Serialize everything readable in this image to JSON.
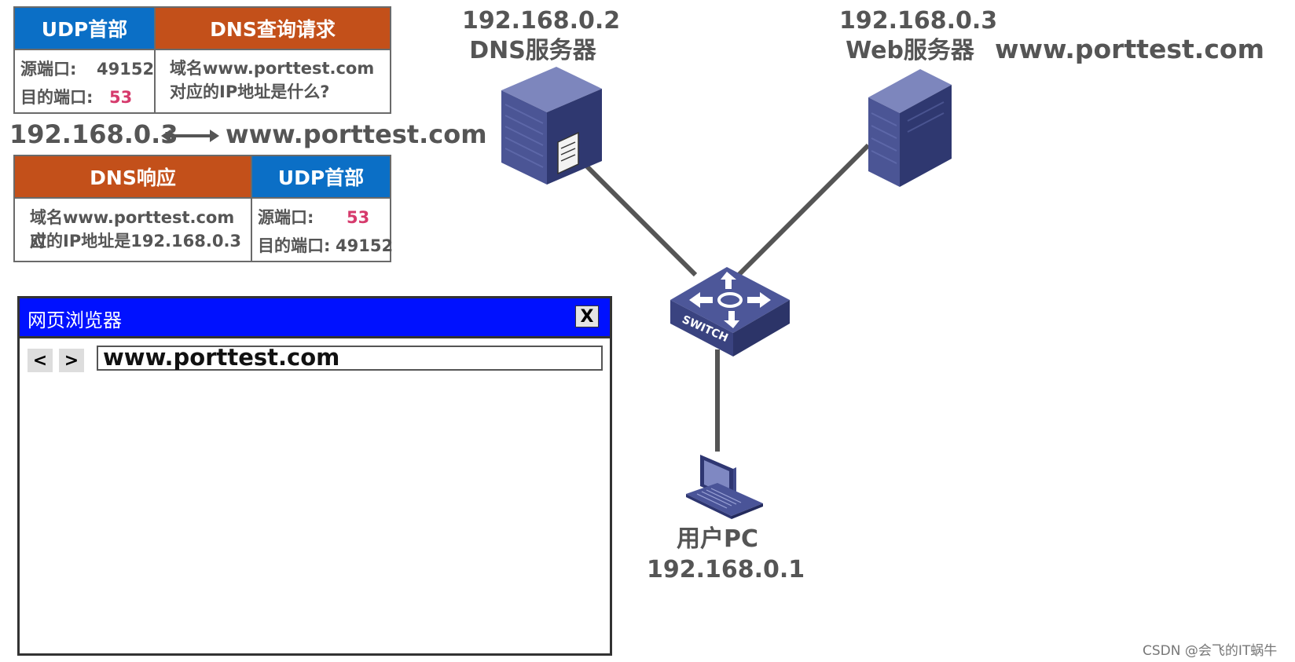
{
  "query_packet": {
    "udp_header_label": "UDP首部",
    "dns_header_label": "DNS查询请求",
    "src_port_label": "源端口:",
    "src_port_value": "49152",
    "dst_port_label": "目的端口:",
    "dst_port_value": "53",
    "question_line1": "域名www.porttest.com",
    "question_line2": "对应的IP地址是什么?"
  },
  "mapping": {
    "ip": "192.168.0.3",
    "domain": "www.porttest.com"
  },
  "response_packet": {
    "dns_header_label": "DNS响应",
    "udp_header_label": "UDP首部",
    "answer_line1": "域名www.porttest.com对",
    "answer_line2": "应的IP地址是192.168.0.3",
    "src_port_label": "源端口:",
    "src_port_value": "53",
    "dst_port_label": "目的端口:",
    "dst_port_value": "49152"
  },
  "nodes": {
    "dns_server": {
      "ip": "192.168.0.2",
      "name": "DNS服务器",
      "icon": "server-icon"
    },
    "web_server": {
      "ip": "192.168.0.3",
      "name": "Web服务器",
      "domain": "www.porttest.com",
      "icon": "server-icon"
    },
    "switch": {
      "label": "SWITCH",
      "icon": "switch-icon"
    },
    "user_pc": {
      "name": "用户PC",
      "ip": "192.168.0.1",
      "icon": "laptop-icon"
    }
  },
  "browser": {
    "title": "网页浏览器",
    "close_label": "X",
    "back_label": "<",
    "forward_label": ">",
    "url": "www.porttest.com"
  },
  "watermark": "CSDN @会飞的IT蜗牛",
  "colors": {
    "udp_header": "#0b6fc6",
    "dns_header": "#c3501a",
    "port_highlight": "#d63a6c",
    "browser_titlebar": "#0011ff",
    "link_line": "#555555",
    "device": "#3d4a8c"
  }
}
